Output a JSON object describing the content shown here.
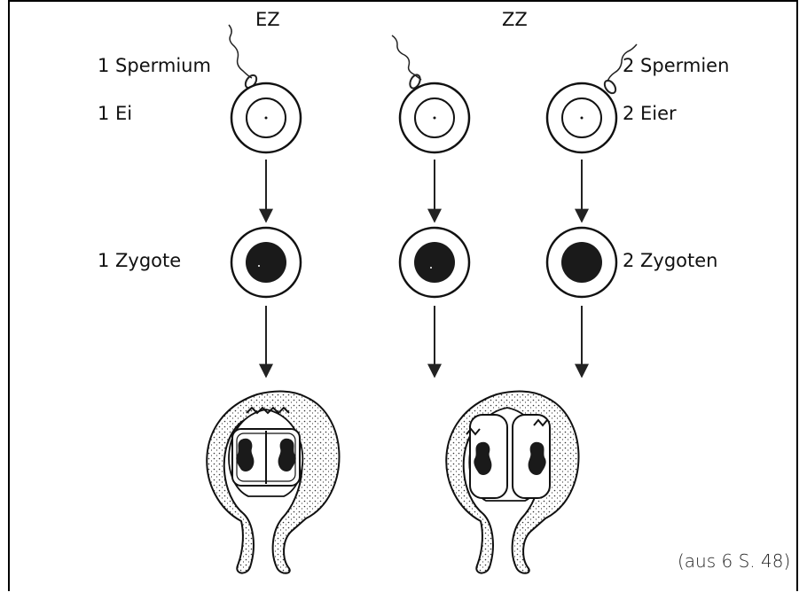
{
  "column_headers": {
    "ez": "EZ",
    "zz": "ZZ"
  },
  "left_labels": {
    "sperm": "1 Spermium",
    "egg": "1 Ei",
    "zygote": "1 Zygote"
  },
  "right_labels": {
    "sperm": "2 Spermien",
    "egg": "2 Eier",
    "zygote": "2 Zygoten"
  },
  "source_note": "(aus 6 S. 48)"
}
